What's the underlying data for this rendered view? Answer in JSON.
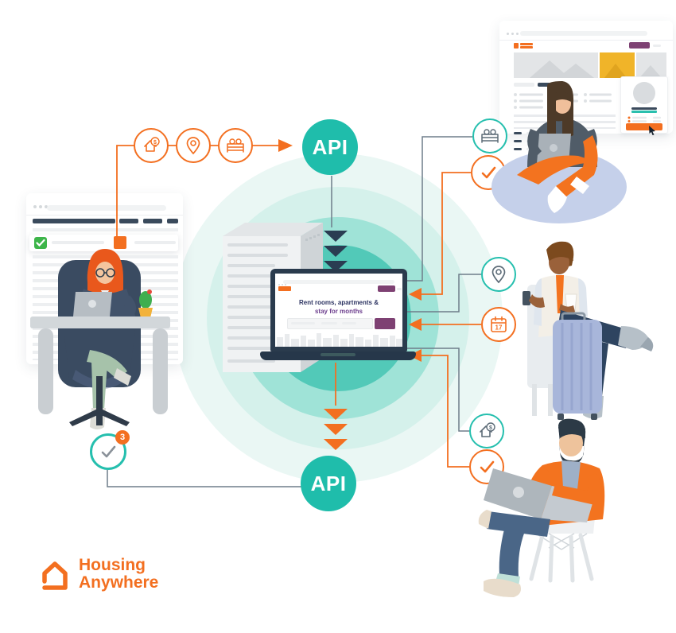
{
  "brand": {
    "line1": "Housing",
    "line2": "Anywhere"
  },
  "api": {
    "top": "API",
    "bottom": "API"
  },
  "laptop_site": {
    "headline1": "Rent rooms, apartments &",
    "headline2": "stay for months"
  },
  "badges": {
    "sync_count": "3",
    "calendar_day": "17",
    "price_symbol": "$",
    "price_symbol_right": "$"
  },
  "colors": {
    "teal": "#1fbdab",
    "orange": "#f36f20",
    "navy": "#2b3e52",
    "purple": "#7e4173",
    "line_gray": "#6e7d8a",
    "highlight_green": "#3db54a"
  }
}
